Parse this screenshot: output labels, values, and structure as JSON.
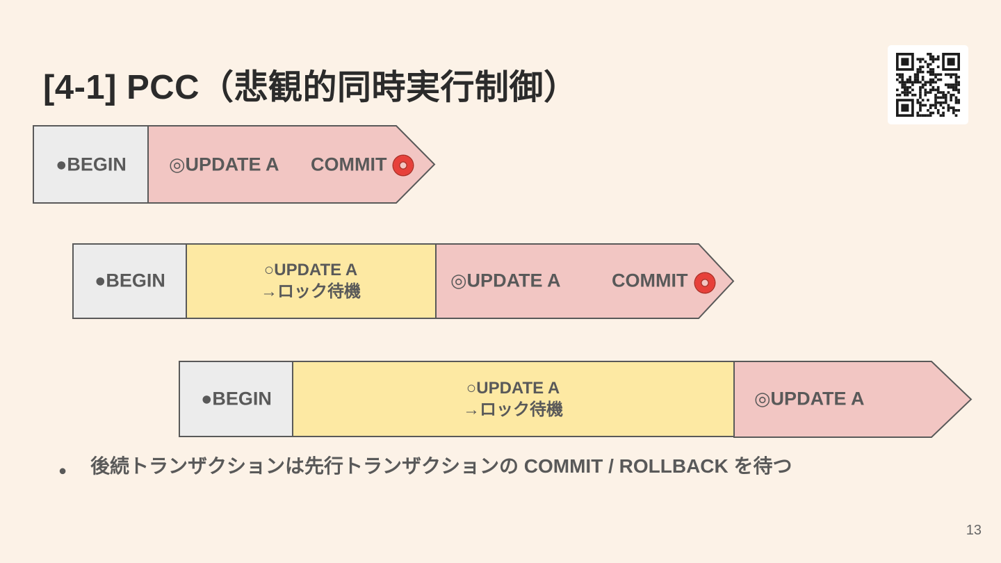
{
  "slide": {
    "title": "[4-1] PCC（悲観的同時実行制御）",
    "page_number": "13",
    "bullet_marker": "●",
    "bullet_text": "後続トランザクションは先行トランザクションの COMMIT / ROLLBACK を待つ"
  },
  "colors": {
    "background": "#fcf2e7",
    "title_text": "#2b2b2b",
    "box_border": "#595959",
    "gray_fill": "#ececec",
    "yellow_fill": "#fde9a3",
    "pink_fill": "#f2c6c3",
    "label_text": "#595959",
    "red_ring": "#e7403a",
    "red_ring_edge": "#ae2d24",
    "qr_dark": "#1c1c1c",
    "page_number_text": "#666666"
  },
  "rows": [
    {
      "begin": "●BEGIN",
      "update": "◎UPDATE A",
      "commit": "COMMIT"
    },
    {
      "begin": "●BEGIN",
      "wait_line1": "○UPDATE A",
      "wait_line2": "→ロック待機",
      "update": "◎UPDATE A",
      "commit": "COMMIT"
    },
    {
      "begin": "●BEGIN",
      "wait_line1": "○UPDATE A",
      "wait_line2": "→ロック待機",
      "update": "◎UPDATE A"
    }
  ]
}
